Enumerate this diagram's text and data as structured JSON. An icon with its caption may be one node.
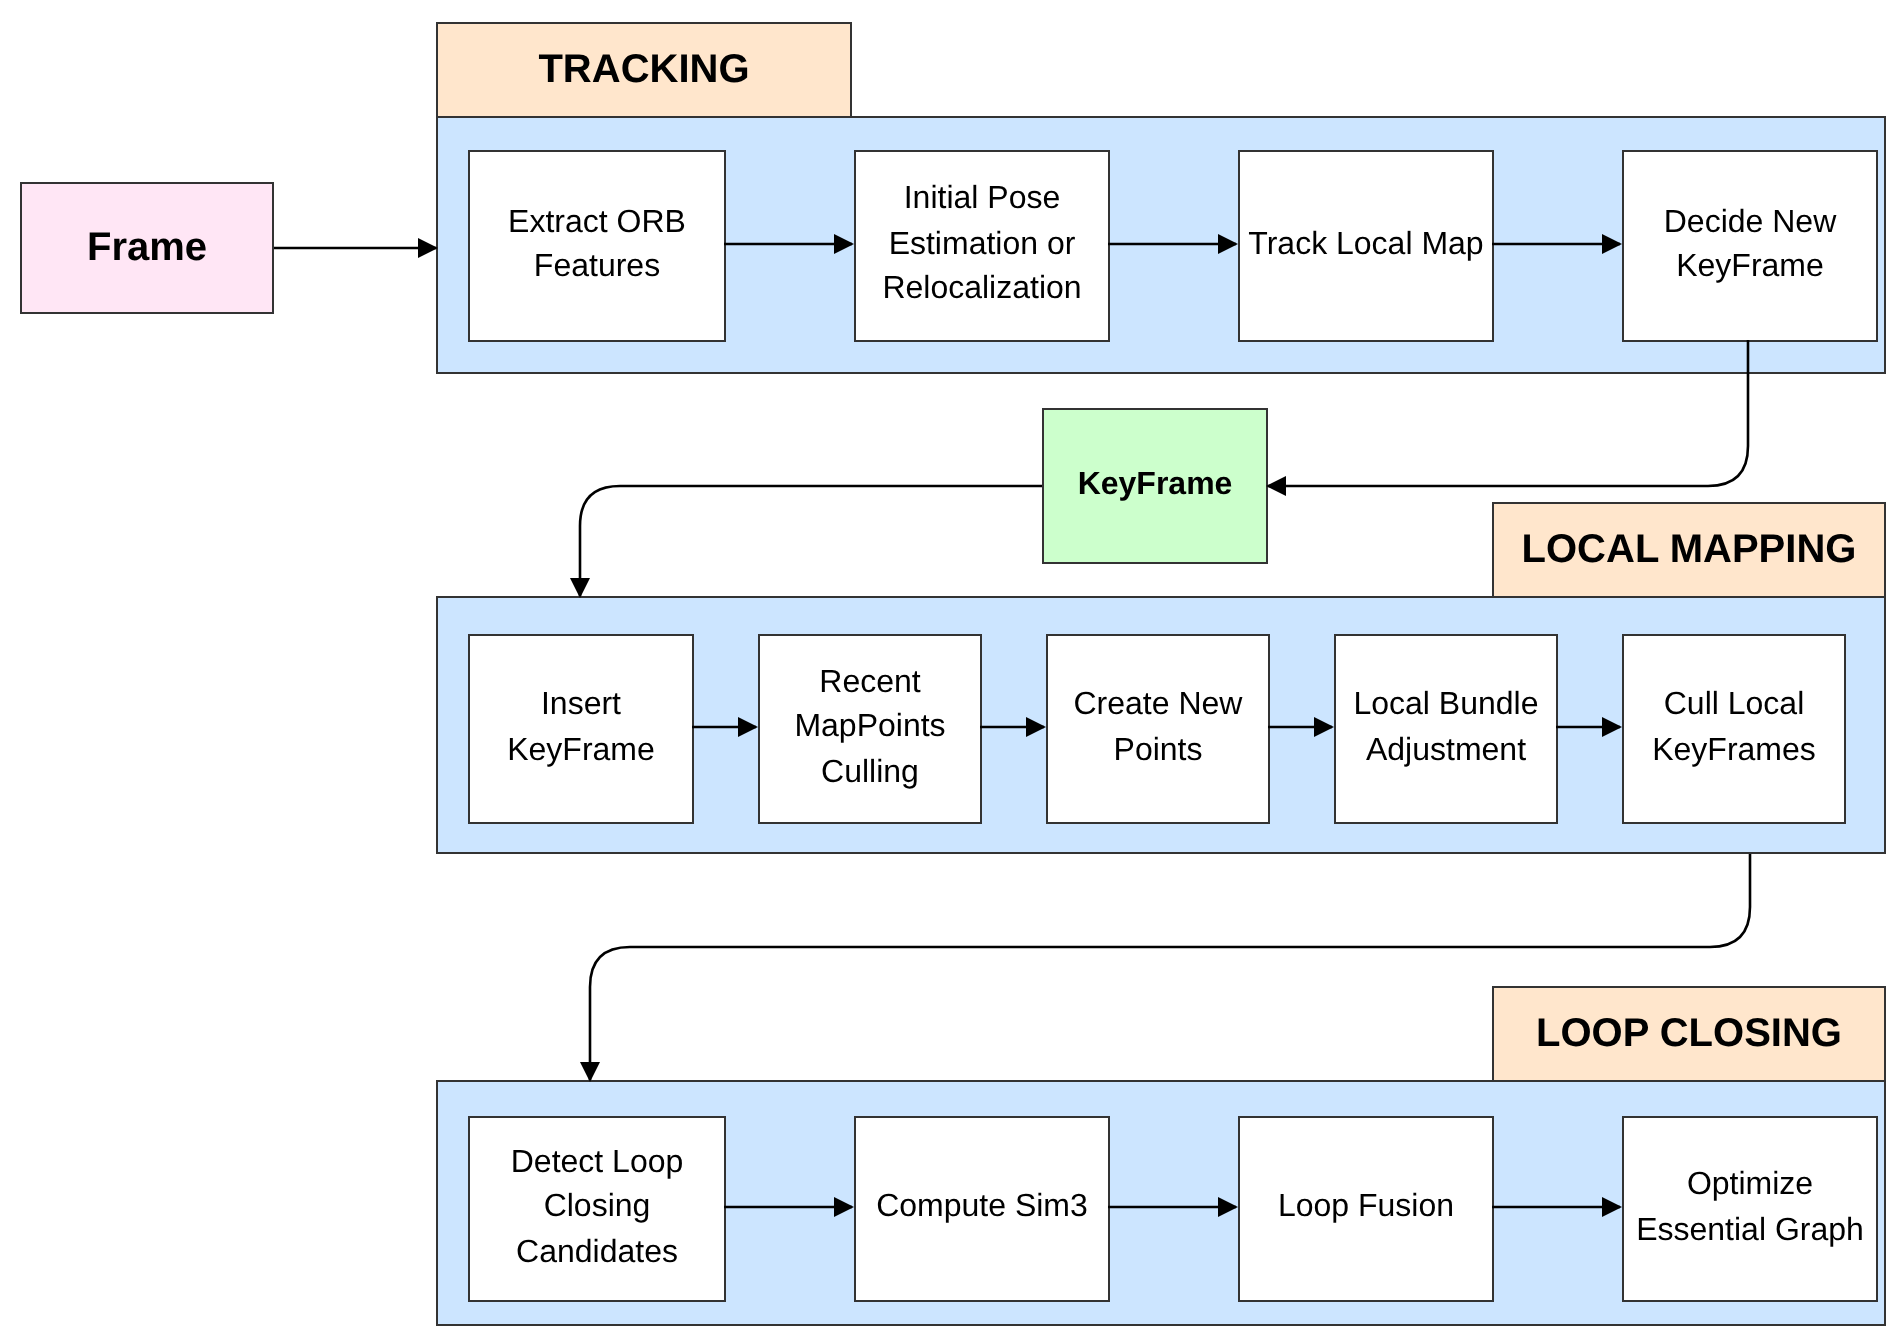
{
  "diagram": {
    "nodes": [
      {
        "text": [
          "Frame"
        ]
      },
      {
        "text": [
          "TRACKING"
        ]
      },
      {
        "text": [
          "Extract ORB Features"
        ],
        "in": 1
      },
      {
        "text": [
          "Initial Pose Estimation or Relocalization"
        ],
        "in": 1
      },
      {
        "text": [
          "Track Local Map"
        ],
        "in": 1
      },
      {
        "text": [
          "Decide New KeyFrame"
        ],
        "in": 1
      },
      {
        "text": [
          "KeyFrame"
        ]
      },
      {
        "text": [
          "LOCAL MAPPING"
        ]
      },
      {
        "text": [
          "Insert KeyFrame"
        ],
        "in": 7
      },
      {
        "text": [
          "Recent MapPoints Culling"
        ],
        "in": 7
      },
      {
        "text": [
          "Create New Points"
        ],
        "in": 7
      },
      {
        "text": [
          "Local Bundle Adjustment"
        ],
        "in": 7
      },
      {
        "text": [
          "Cull Local KeyFrames"
        ],
        "in": 7
      },
      {
        "text": [
          "LOOP CLOSING"
        ]
      },
      {
        "text": [
          "Detect Loop Closing Candidates"
        ],
        "in": 13
      },
      {
        "text": [
          "Compute Sim3"
        ],
        "in": 13
      },
      {
        "text": [
          "Loop Fusion"
        ],
        "in": 13
      },
      {
        "text": [
          "Optimize Essential Graph"
        ],
        "in": 13
      }
    ],
    "edges": [
      {
        "from": 0,
        "to": 1,
        "arrow": "to"
      },
      {
        "from": 2,
        "to": 3,
        "arrow": "to"
      },
      {
        "from": 3,
        "to": 4,
        "arrow": "to"
      },
      {
        "from": 4,
        "to": 5,
        "arrow": "to"
      },
      {
        "from": 5,
        "to": 6,
        "arrow": "to"
      },
      {
        "from": 6,
        "to": 7,
        "arrow": "to"
      },
      {
        "from": 8,
        "to": 9,
        "arrow": "to"
      },
      {
        "from": 9,
        "to": 10,
        "arrow": "to"
      },
      {
        "from": 10,
        "to": 11,
        "arrow": "to"
      },
      {
        "from": 11,
        "to": 12,
        "arrow": "to"
      },
      {
        "from": 7,
        "to": 13,
        "arrow": "to"
      },
      {
        "from": 14,
        "to": 15,
        "arrow": "to"
      },
      {
        "from": 15,
        "to": 16,
        "arrow": "to"
      },
      {
        "from": 16,
        "to": 17,
        "arrow": "to"
      }
    ]
  }
}
